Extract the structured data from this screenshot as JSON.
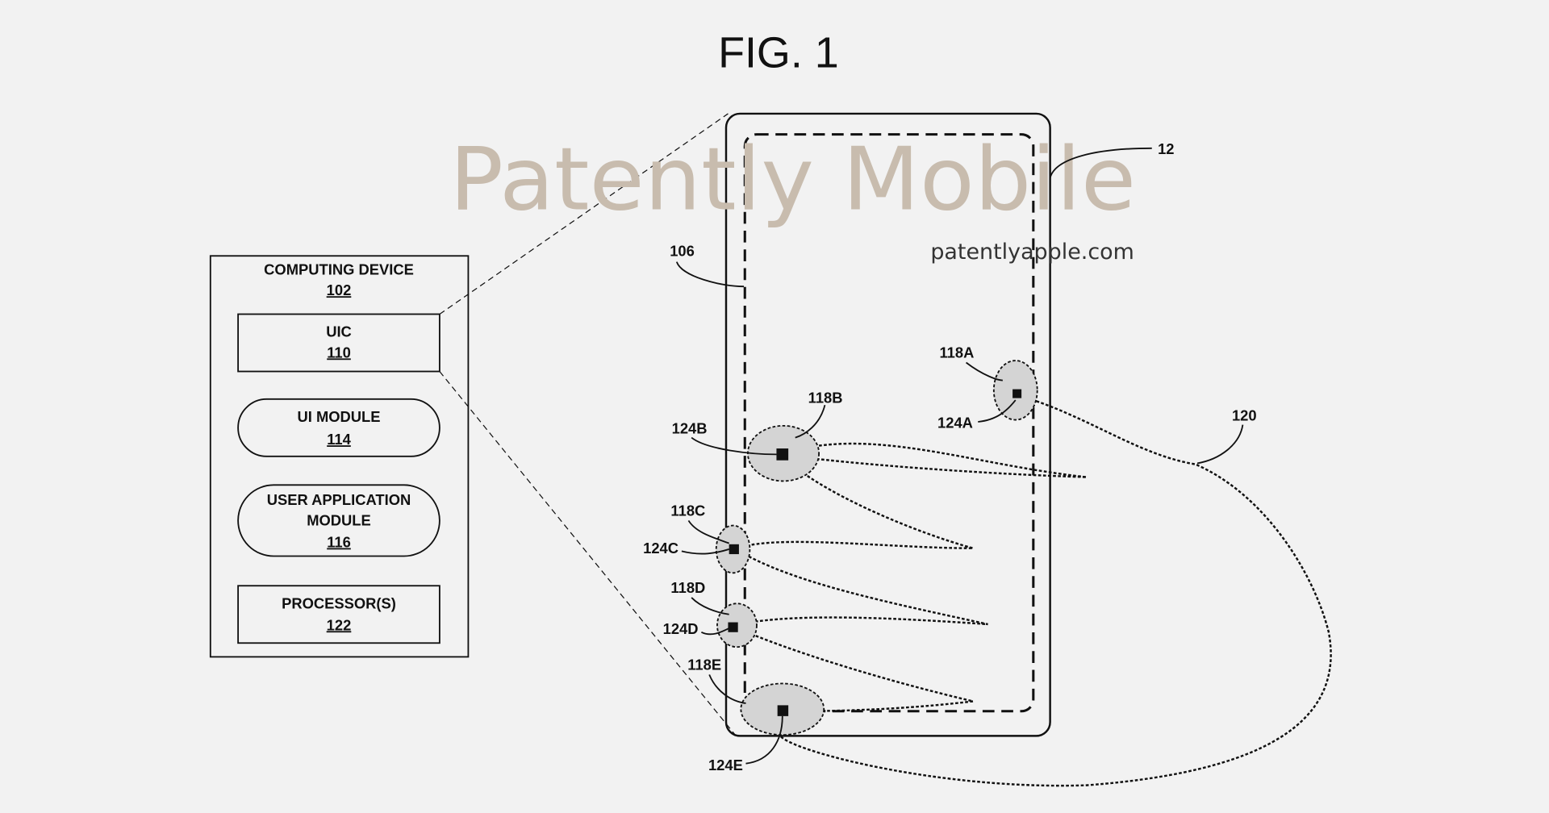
{
  "figure_title": "FIG. 1",
  "device_box": {
    "title": "COMPUTING DEVICE",
    "ref": "102",
    "components": [
      {
        "label": "UIC",
        "ref": "110"
      },
      {
        "label": "UI MODULE",
        "ref": "114"
      },
      {
        "label_line1": "USER APPLICATION",
        "label_line2": "MODULE",
        "ref": "116"
      },
      {
        "label": "PROCESSOR(S)",
        "ref": "122"
      }
    ]
  },
  "labels": {
    "device": "12",
    "display": "106",
    "gesture": "120",
    "a118": "118A",
    "a124": "124A",
    "b118": "118B",
    "b124": "124B",
    "c118": "118C",
    "c124": "124C",
    "d118": "118D",
    "d124": "124D",
    "e118": "118E",
    "e124": "124E"
  },
  "watermark": {
    "title": "Patently Mobile",
    "url": "patentlyapple.com"
  }
}
